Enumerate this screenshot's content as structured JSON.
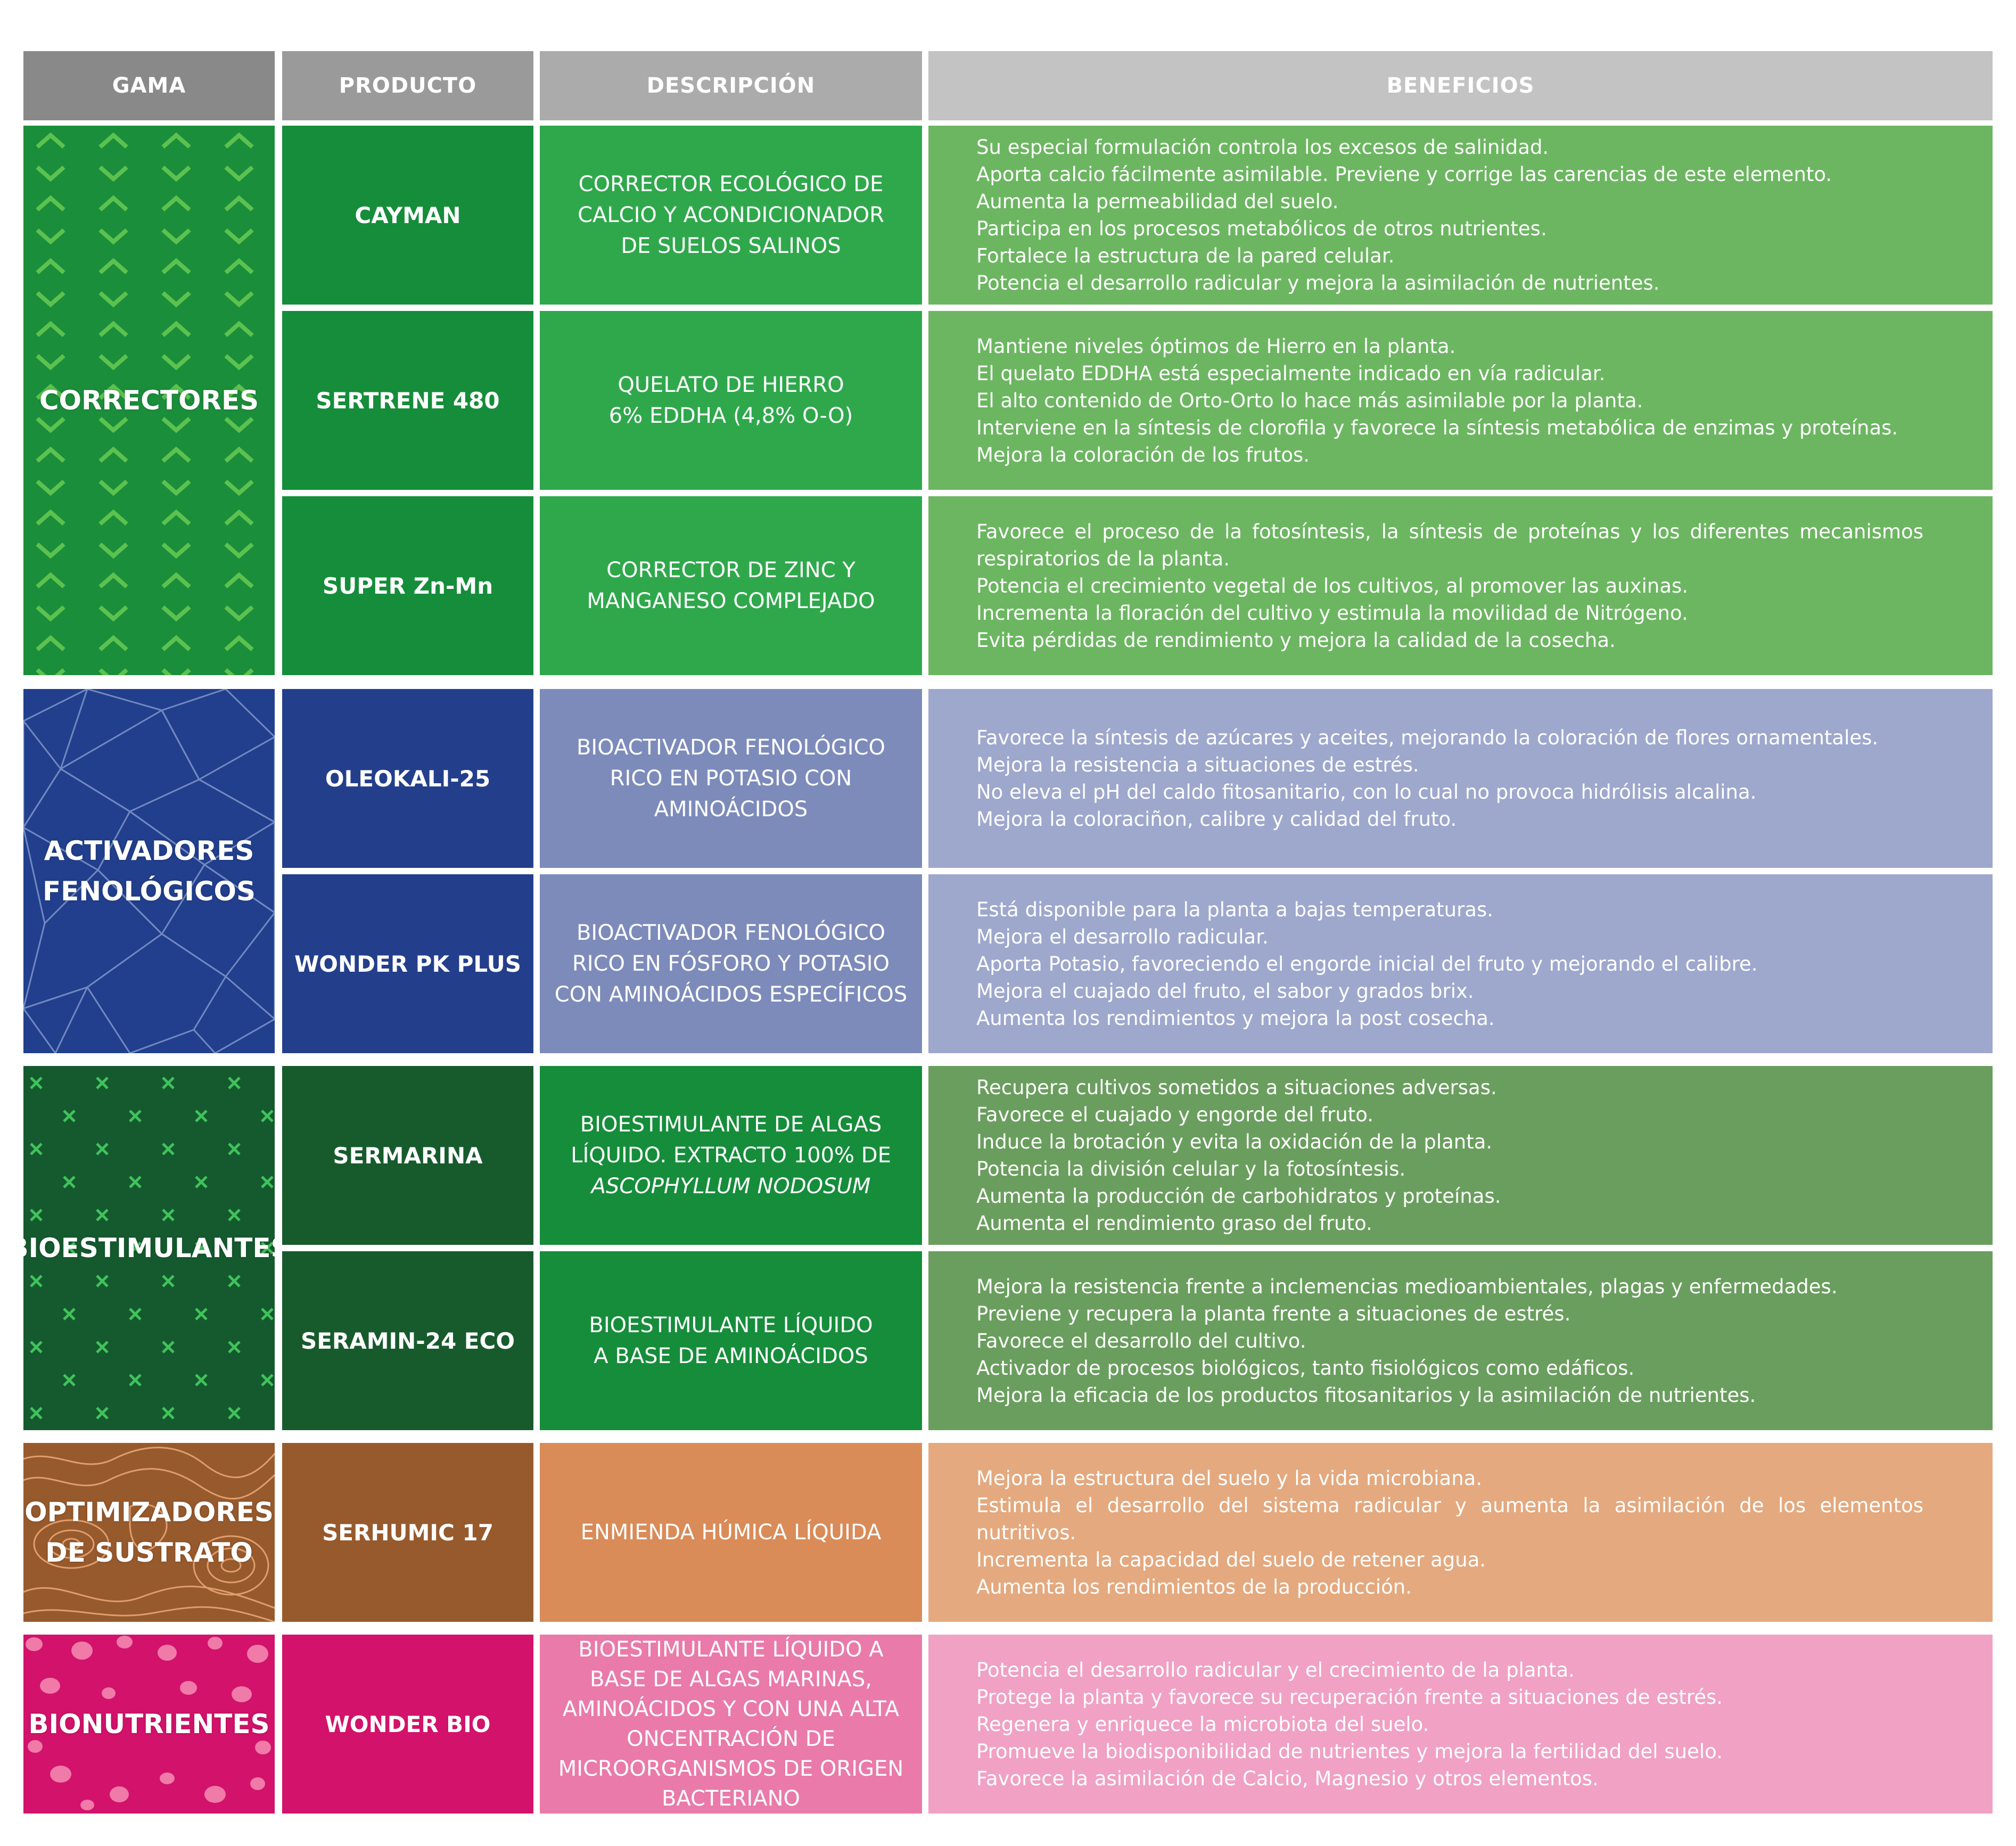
{
  "headers": {
    "gama": "GAMA",
    "producto": "PRODUCTO",
    "descripcion": "DESCRIPCIÓN",
    "beneficios": "BENEFICIOS"
  },
  "colors": {
    "header": [
      "#898989",
      "#9a9a9a",
      "#ababab",
      "#c3c3c3"
    ],
    "correctores": {
      "gama": "#1b8e3b",
      "producto": "#158d3a",
      "descripcion": "#2fa84c",
      "beneficios": "#6cb661",
      "pattern": "#5cc24f"
    },
    "activadores": {
      "gama": "#213f8d",
      "producto": "#233f8c",
      "descripcion": "#7d8bbb",
      "beneficios": "#9ea8cd",
      "pattern": "#8096c8"
    },
    "bioestimulantes": {
      "gama": "#155a2f",
      "producto": "#175b2d",
      "descripcion": "#158d3a",
      "beneficios": "#6a9e5e",
      "pattern": "#41c25c"
    },
    "optimizadores": {
      "gama": "#975a2d",
      "producto": "#975a2d",
      "descripcion": "#d98b58",
      "beneficios": "#e4a97f",
      "pattern": "#e8a574"
    },
    "bionutrientes": {
      "gama": "#d2126b",
      "producto": "#d2126b",
      "descripcion": "#e97aa9",
      "beneficios": "#f0a1c4",
      "pattern": "#f07aa8"
    }
  },
  "gamas": {
    "correctores": {
      "name": "CORRECTORES",
      "pattern": "chevron-pattern"
    },
    "activadores": {
      "name": "ACTIVADORES\nFENOLÓGICOS",
      "pattern": "polygon-mesh-pattern"
    },
    "bioestimulantes": {
      "name": "BIOESTIMULANTES",
      "pattern": "cross-pattern"
    },
    "optimizadores": {
      "name": "OPTIMIZADORES\nDE SUSTRATO",
      "pattern": "topographic-pattern"
    },
    "bionutrientes": {
      "name": "BIONUTRIENTES",
      "pattern": "dots-pattern"
    }
  },
  "products": [
    {
      "name": "CAYMAN",
      "description": "CORRECTOR ECOLÓGICO DE\nCALCIO Y ACONDICIONADOR\nDE SUELOS SALINOS",
      "benefits": [
        "Su especial formulación controla los excesos de salinidad.",
        "Aporta calcio fácilmente asimilable. Previene y corrige las carencias de este elemento.",
        "Aumenta la permeabilidad del suelo.",
        "Participa en los procesos metabólicos de otros nutrientes.",
        "Fortalece la estructura de la pared celular.",
        "Potencia el desarrollo radicular y mejora la asimilación de nutrientes."
      ]
    },
    {
      "name": "SERTRENE 480",
      "description": "QUELATO DE HIERRO\n6% EDDHA (4,8% O-O)",
      "benefits": [
        "Mantiene niveles óptimos de Hierro en la planta.",
        "El quelato EDDHA está especialmente indicado en vía radicular.",
        "El alto contenido de Orto-Orto lo hace más asimilable por la planta.",
        "Interviene en la síntesis de clorofila y favorece la síntesis metabólica de enzimas y proteínas.",
        "Mejora la coloración de los frutos."
      ]
    },
    {
      "name": "SUPER Zn-Mn",
      "description": "CORRECTOR DE ZINC Y\nMANGANESO COMPLEJADO",
      "benefits": [
        "Favorece el proceso de la fotosíntesis, la síntesis de proteínas y los diferentes mecanismos respiratorios de la planta.",
        "Potencia el crecimiento vegetal de los cultivos, al promover las auxinas.",
        "Incrementa la floración del cultivo y estimula la movilidad de Nitrógeno.",
        "Evita pérdidas de rendimiento y mejora la calidad de la cosecha."
      ]
    },
    {
      "name": "OLEOKALI-25",
      "description": "BIOACTIVADOR FENOLÓGICO\nRICO EN POTASIO CON\nAMINOÁCIDOS",
      "benefits": [
        "Favorece la síntesis de azúcares y aceites, mejorando la coloración de flores ornamentales.",
        "Mejora la resistencia a situaciones de estrés.",
        "No eleva el pH del caldo fitosanitario, con lo cual no provoca hidrólisis alcalina.",
        "Mejora la coloraciñon, calibre y calidad del fruto."
      ]
    },
    {
      "name": "WONDER PK PLUS",
      "description": "BIOACTIVADOR FENOLÓGICO\nRICO EN FÓSFORO Y POTASIO\nCON AMINOÁCIDOS ESPECÍFICOS",
      "benefits": [
        "Está disponible para la planta a bajas temperaturas.",
        "Mejora el desarrollo radicular.",
        "Aporta Potasio, favoreciendo el engorde inicial del fruto y mejorando el calibre.",
        "Mejora el cuajado del fruto, el sabor y grados brix.",
        "Aumenta los rendimientos y mejora la post cosecha."
      ]
    },
    {
      "name": "SERMARINA",
      "description": "BIOESTIMULANTE DE ALGAS\nLÍQUIDO. EXTRACTO 100% DE",
      "description_italic": "ASCOPHYLLUM NODOSUM",
      "benefits": [
        "Recupera cultivos sometidos a situaciones adversas.",
        "Favorece el cuajado y engorde del fruto.",
        "Induce la brotación y evita la oxidación de la planta.",
        "Potencia la división celular y la fotosíntesis.",
        "Aumenta la producción de carbohidratos y proteínas.",
        "Aumenta el rendimiento graso del fruto."
      ]
    },
    {
      "name": "SERAMIN-24 ECO",
      "description": "BIOESTIMULANTE LÍQUIDO\nA BASE DE AMINOÁCIDOS",
      "benefits": [
        "Mejora la resistencia frente a inclemencias medioambientales, plagas y enfermedades.",
        "Previene y recupera la planta frente a situaciones de estrés.",
        "Favorece el desarrollo del cultivo.",
        "Activador de procesos biológicos, tanto fisiológicos como edáficos.",
        "Mejora la eficacia de los productos fitosanitarios y la asimilación de nutrientes."
      ]
    },
    {
      "name": "SERHUMIC 17",
      "description": "ENMIENDA HÚMICA LÍQUIDA",
      "benefits": [
        "Mejora la estructura del suelo y la vida microbiana.",
        "Estimula el desarrollo del sistema radicular y aumenta la asimilación de los elementos nutritivos.",
        "Incrementa la capacidad del suelo de retener agua.",
        "Aumenta los rendimientos de la producción."
      ]
    },
    {
      "name": "WONDER BIO",
      "description": "BIOESTIMULANTE LÍQUIDO A\nBASE DE ALGAS MARINAS,\nAMINOÁCIDOS Y CON UNA ALTA\nONCENTRACIÓN DE\nMICROORGANISMOS DE ORIGEN\nBACTERIANO",
      "benefits": [
        "Potencia el desarrollo radicular y el crecimiento de la planta.",
        "Protege la planta y favorece su recuperación frente a situaciones de estrés.",
        "Regenera y enriquece la microbiota del suelo.",
        "Promueve la biodisponibilidad de nutrientes y mejora la fertilidad del suelo.",
        "Favorece la asimilación de Calcio, Magnesio y otros elementos."
      ]
    }
  ]
}
